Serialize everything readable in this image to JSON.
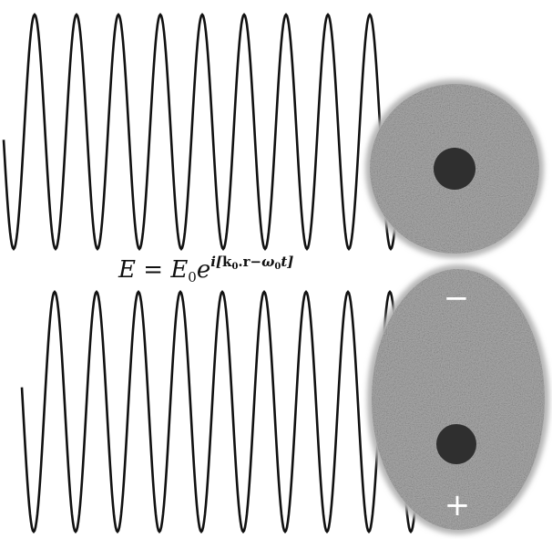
{
  "equation": {
    "lhs": "E",
    "equals": " = ",
    "amplitude": "E",
    "amplitude_sub": "0",
    "base": "e",
    "exp_open": "i[",
    "exp_k": "k",
    "exp_k_sub": "0",
    "exp_dot_r": ".r",
    "exp_minus_omega": "−ω",
    "exp_omega_sub": "0",
    "exp_close": "t]"
  },
  "labels": {
    "minus": "−",
    "plus": "+"
  },
  "waves": {
    "top": {
      "peaks": 9
    },
    "bottom": {
      "peaks": 9
    }
  },
  "colors": {
    "wave": "#111111",
    "cloud": "#a8a8a8",
    "nucleus": "#2f2f2f",
    "sign": "#ffffff"
  }
}
